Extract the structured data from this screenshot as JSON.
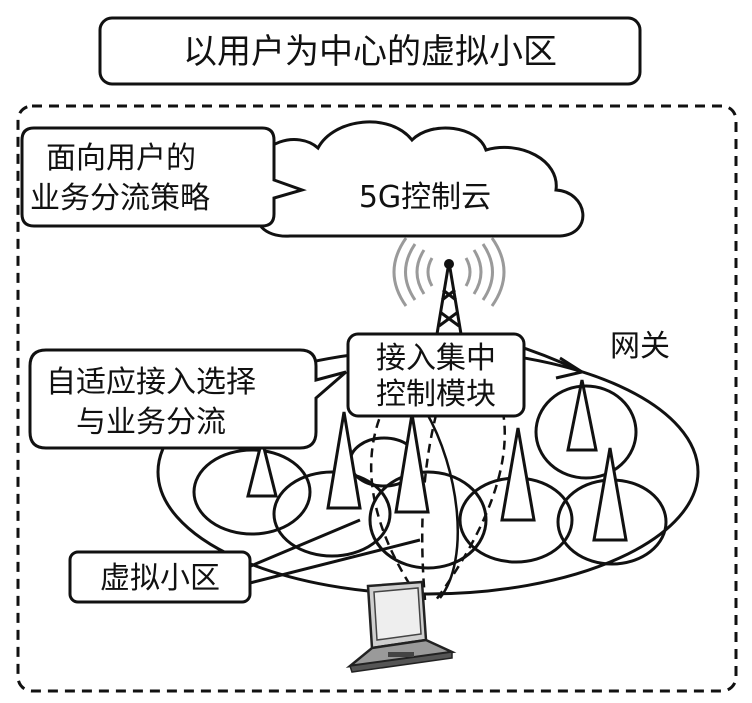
{
  "title": "以用户为中心的虚拟小区",
  "callouts": {
    "strategy_line1": "面向用户的",
    "strategy_line2": "业务分流策略",
    "adaptive_line1": "自适应接入选择",
    "adaptive_line2": "与业务分流",
    "virtual_cell": "虚拟小区"
  },
  "cloud": {
    "label": "5G控制云"
  },
  "control_module": {
    "line1": "接入集中",
    "line2": "控制模块"
  },
  "gateway": {
    "label": "网关"
  },
  "icons": {
    "tower": "radio-tower-icon",
    "antenna": "triangle-antenna-icon",
    "laptop": "laptop-icon",
    "cloud": "cloud-icon"
  },
  "colors": {
    "stroke": "#111111",
    "signal": "#9a9a9a",
    "background": "#ffffff"
  }
}
